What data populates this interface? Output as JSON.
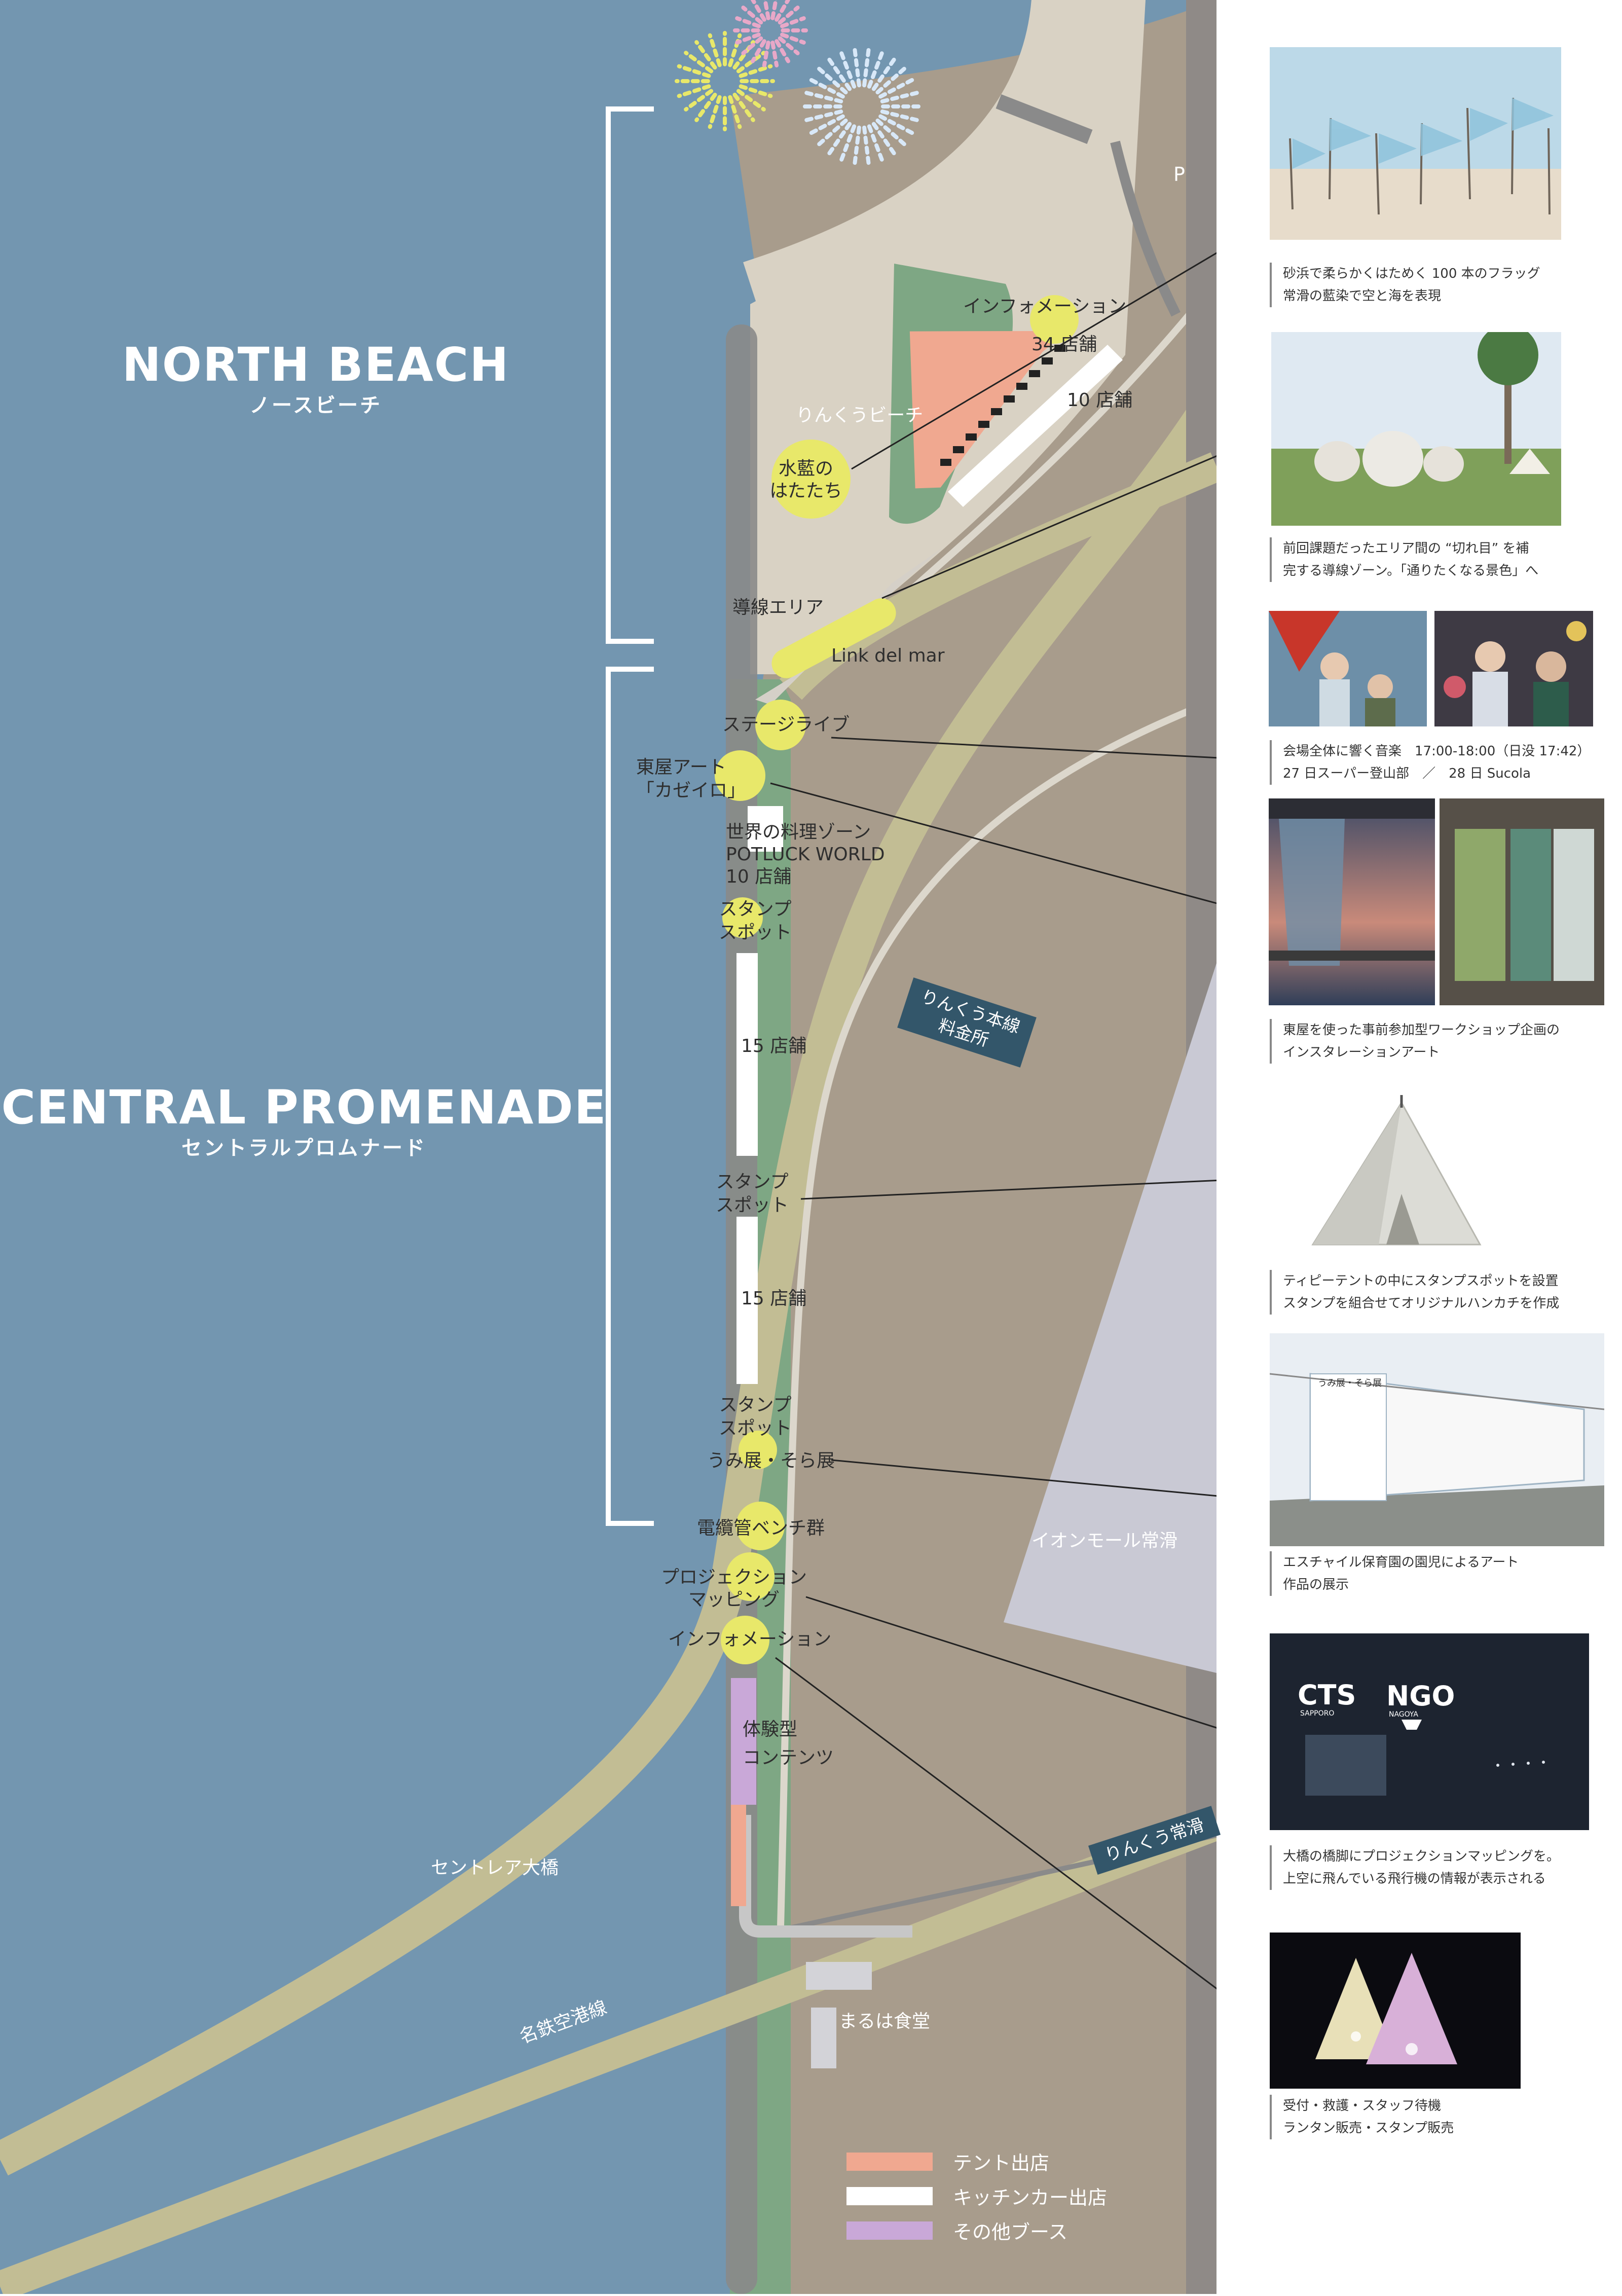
{
  "zones": {
    "north": {
      "en": "NORTH BEACH",
      "jp": "ノースビーチ"
    },
    "central": {
      "en": "CENTRAL PROMENADE",
      "jp": "セントラルプロムナード"
    }
  },
  "map_labels": {
    "parking": "P",
    "info_north": "インフォメーション",
    "stores_34": "34 店舗",
    "stores_10": "10 店舗",
    "rinku_beach": "りんくうビーチ",
    "suiran_1": "水藍の",
    "suiran_2": "はたたち",
    "dousen": "導線エリア",
    "link_del_mar": "Link del mar",
    "stage_live": "ステージライブ",
    "azumaya_1": "東屋アート",
    "azumaya_2": "「カゼイロ」",
    "world_1": "世界の料理ゾーン",
    "world_2": "POTLUCK WORLD",
    "world_3": "10 店舗",
    "stamp_1a": "スタンプ",
    "stamp_1b": "スポット",
    "stores_15a": "15 店舗",
    "stamp_2a": "スタンプ",
    "stamp_2b": "スポット",
    "stores_15b": "15 店舗",
    "stamp_3a": "スタンプ",
    "stamp_3b": "スポット",
    "umi_sora": "うみ展・そら展",
    "bench": "電纜管ベンチ群",
    "projection_1": "プロジェクション",
    "projection_2": "マッピング",
    "info_south": "インフォメーション",
    "taiken_1": "体験型",
    "taiken_2": "コンテンツ",
    "toll_1": "りんくう本線",
    "toll_2": "料金所",
    "aeon": "イオンモール常滑",
    "centrair_bridge": "セントレア大橋",
    "rinku_tokoname": "りんくう常滑",
    "meitetsu": "名鉄空港線",
    "maruha": "まるは食堂"
  },
  "legend": [
    {
      "label": "テント出店",
      "color": "#f0a890"
    },
    {
      "label": "キッチンカー出店",
      "color": "#ffffff"
    },
    {
      "label": "その他ブース",
      "color": "#c9a8d8"
    }
  ],
  "captions": [
    {
      "line1": "砂浜で柔らかくはためく 100 本のフラッグ",
      "line2": "常滑の藍染で空と海を表現"
    },
    {
      "line1": "前回課題だったエリア間の “切れ目” を補",
      "line2": "完する導線ゾーン。「通りたくなる景色」へ"
    },
    {
      "line1": "会場全体に響く音楽　17:00-18:00（日没 17:42）",
      "line2": "27 日スーパー登山部　／　28 日 Sucola"
    },
    {
      "line1": "東屋を使った事前参加型ワークショップ企画の",
      "line2": "インスタレーションアート"
    },
    {
      "line1": "ティピーテントの中にスタンプスポットを設置",
      "line2": "スタンプを組合せてオリジナルハンカチを作成"
    },
    {
      "line1": "エスチャイル保育園の園児によるアート",
      "line2": "作品の展示"
    },
    {
      "line1": "大橋の橋脚にプロジェクションマッピングを。",
      "line2": "上空に飛んでいる飛行機の情報が表示される"
    },
    {
      "line1": "受付・救護・スタッフ待機",
      "line2": "ランタン販売・スタンプ販売"
    }
  ],
  "photo_text": {
    "cts": "CTS",
    "ngo": "NGO",
    "sapporo": "SAPPORO",
    "nagoya": "NAGOYA",
    "exhibit_title": "うみ展・そら展"
  },
  "colors": {
    "sea": "#7396b0",
    "land": "#a89c8c",
    "sand": "#d9d2c4",
    "green": "#7ea784",
    "yellow_marker": "#e8e86a",
    "road": "#c2bd94",
    "tent": "#f0a890",
    "other_booth": "#c9a8d8"
  }
}
